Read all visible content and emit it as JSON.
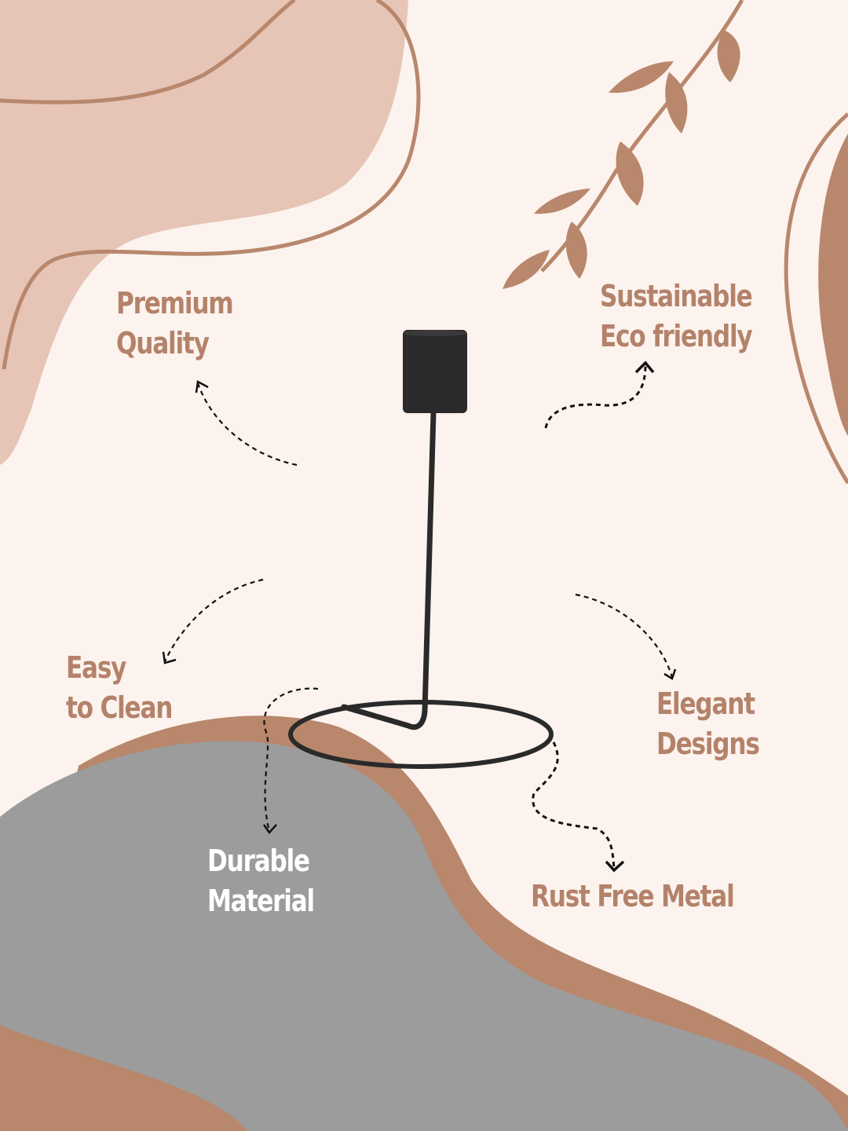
{
  "colors": {
    "background": "#fcf3ee",
    "blush_blob": "#e6c5b7",
    "accent_brown": "#b8876c",
    "grey_blob": "#9c9c9c",
    "text_accent": "#b4826a",
    "text_light": "#ffffff",
    "product_black": "#2a2a2a"
  },
  "features": {
    "premium_quality": {
      "line1": "Premium",
      "line2": "Quality"
    },
    "sustainable": {
      "line1": "Sustainable",
      "line2": "Eco friendly"
    },
    "easy_to_clean": {
      "line1": "Easy",
      "line2": "to Clean"
    },
    "elegant_designs": {
      "line1": "Elegant",
      "line2": "Designs"
    },
    "durable_material": {
      "line1": "Durable",
      "line2": "Material"
    },
    "rust_free_metal": {
      "line1": "Rust Free Metal"
    }
  },
  "icons": {
    "product": "candle-holder-icon",
    "decoration": "leaf-branch-icon",
    "pointers": "dashed-arrow-icon"
  }
}
